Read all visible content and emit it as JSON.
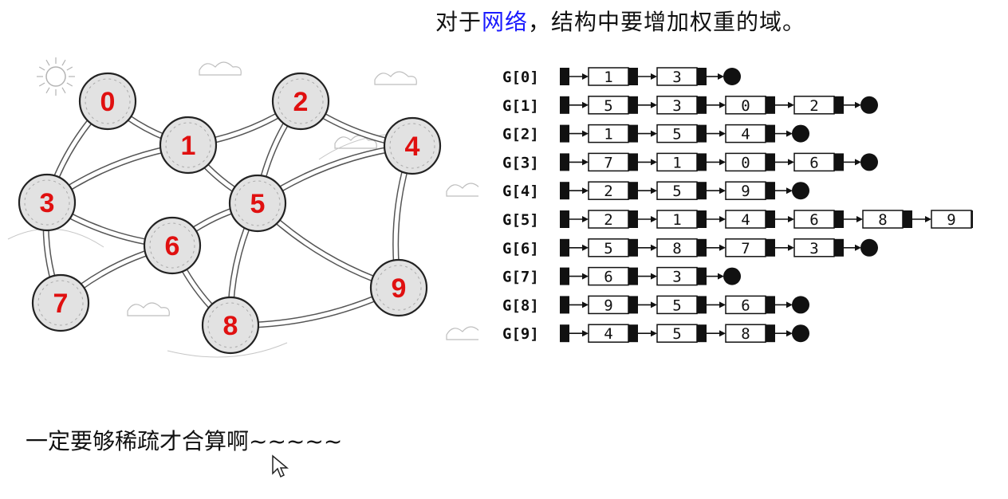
{
  "heading": {
    "prefix": "对于",
    "highlight": "网络",
    "suffix": "，结构中要增加权重的域。"
  },
  "bottom_note": "一定要够稀疏才合算啊~~~~~",
  "colors": {
    "node_label": "#e01010",
    "highlight": "#1a1aff",
    "road": "#555555",
    "node_fill": "#e2e2e2"
  },
  "graph": {
    "nodes": [
      {
        "id": "0"
      },
      {
        "id": "1"
      },
      {
        "id": "2"
      },
      {
        "id": "3"
      },
      {
        "id": "4"
      },
      {
        "id": "5"
      },
      {
        "id": "6"
      },
      {
        "id": "7"
      },
      {
        "id": "8"
      },
      {
        "id": "9"
      }
    ],
    "edges": [
      [
        "0",
        "1"
      ],
      [
        "0",
        "3"
      ],
      [
        "1",
        "2"
      ],
      [
        "1",
        "3"
      ],
      [
        "1",
        "5"
      ],
      [
        "2",
        "5"
      ],
      [
        "2",
        "4"
      ],
      [
        "3",
        "6"
      ],
      [
        "3",
        "7"
      ],
      [
        "4",
        "5"
      ],
      [
        "4",
        "9"
      ],
      [
        "5",
        "6"
      ],
      [
        "5",
        "8"
      ],
      [
        "5",
        "9"
      ],
      [
        "6",
        "8"
      ],
      [
        "6",
        "7"
      ],
      [
        "8",
        "9"
      ]
    ]
  },
  "adjacency_list": [
    {
      "label": "G[0]",
      "items": [
        "1",
        "3"
      ]
    },
    {
      "label": "G[1]",
      "items": [
        "5",
        "3",
        "0",
        "2"
      ]
    },
    {
      "label": "G[2]",
      "items": [
        "1",
        "5",
        "4"
      ]
    },
    {
      "label": "G[3]",
      "items": [
        "7",
        "1",
        "0",
        "6"
      ]
    },
    {
      "label": "G[4]",
      "items": [
        "2",
        "5",
        "9"
      ]
    },
    {
      "label": "G[5]",
      "items": [
        "2",
        "1",
        "4",
        "6",
        "8",
        "9"
      ]
    },
    {
      "label": "G[6]",
      "items": [
        "5",
        "8",
        "7",
        "3"
      ]
    },
    {
      "label": "G[7]",
      "items": [
        "6",
        "3"
      ]
    },
    {
      "label": "G[8]",
      "items": [
        "9",
        "5",
        "6"
      ]
    },
    {
      "label": "G[9]",
      "items": [
        "4",
        "5",
        "8"
      ]
    }
  ]
}
